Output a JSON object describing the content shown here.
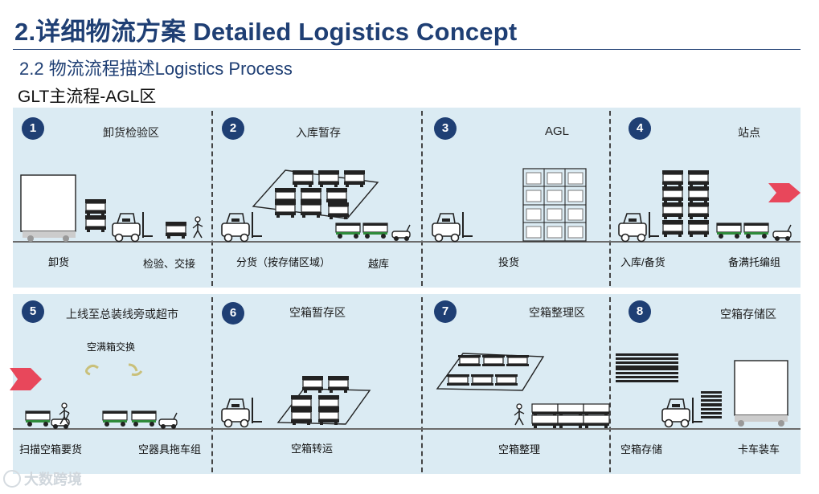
{
  "header": {
    "title": "2.详细物流方案 Detailed Logistics Concept",
    "subtitle": "2.2 物流流程描述Logistics Process",
    "section": "GLT主流程-AGL区"
  },
  "steps": [
    {
      "number": "1",
      "title": "卸货检验区",
      "labels": [
        "卸货",
        "检验、交接"
      ]
    },
    {
      "number": "2",
      "title": "入库暂存",
      "labels": [
        "分货（按存储区域）",
        "越库"
      ]
    },
    {
      "number": "3",
      "title": "AGL",
      "labels": [
        "投货"
      ]
    },
    {
      "number": "4",
      "title": "站点",
      "labels": [
        "入库/备货",
        "备满托编组"
      ]
    },
    {
      "number": "5",
      "title": "上线至总装线旁或超市",
      "labels": [
        "扫描空箱要货",
        "空器具拖车组"
      ],
      "note": "空满箱交换"
    },
    {
      "number": "6",
      "title": "空箱暂存区",
      "labels": [
        "空箱转运"
      ]
    },
    {
      "number": "7",
      "title": "空箱整理区",
      "labels": [
        "空箱整理"
      ]
    },
    {
      "number": "8",
      "title": "空箱存储区",
      "labels": [
        "空箱存储",
        "卡车装车"
      ]
    }
  ],
  "watermark": "大数跨境",
  "colors": {
    "navy": "#1f3f74",
    "panel": "#dbebf3",
    "arrow": "#e8475b",
    "ground": "#6b6b6b"
  }
}
